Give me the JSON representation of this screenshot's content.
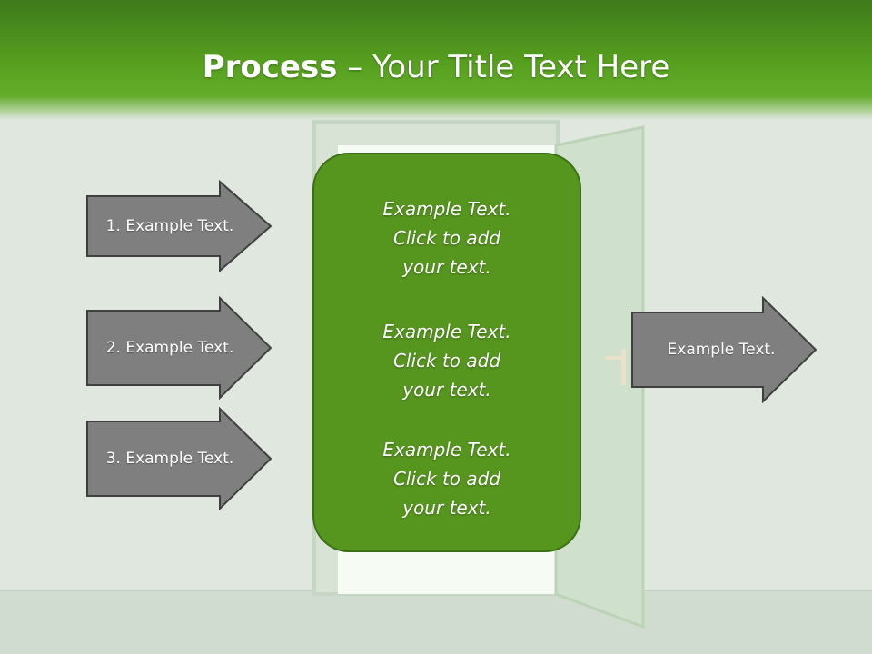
{
  "slide": {
    "title_bold": "Process",
    "title_rest": " – Your Title Text Here"
  },
  "left_arrows": [
    {
      "label": "1. Example Text."
    },
    {
      "label": "2. Example Text."
    },
    {
      "label": "3. Example Text."
    }
  ],
  "center_box": {
    "paragraphs": [
      {
        "line1": "Example Text.",
        "line2": "Click  to add",
        "line3": "your text."
      },
      {
        "line1": "Example Text.",
        "line2": "Click  to add",
        "line3": "your text."
      },
      {
        "line1": "Example Text.",
        "line2": "Click  to add",
        "line3": "your text."
      }
    ]
  },
  "right_arrow": {
    "label": "Example Text."
  },
  "colors": {
    "header_green": "#57a11f",
    "box_green": "#56961f",
    "arrow_gray": "#7f7f7f",
    "arrow_border": "#404040"
  }
}
